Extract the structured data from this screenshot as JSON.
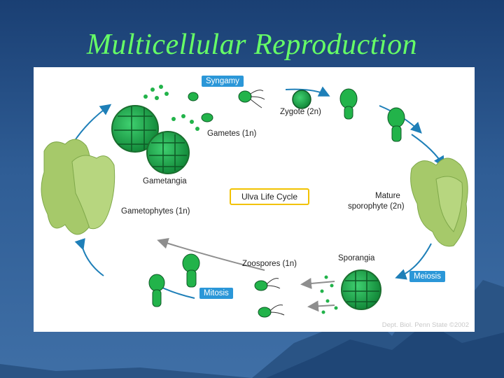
{
  "slide": {
    "title": "Multicellular Reproduction"
  },
  "diagram": {
    "center_title": "Ulva Life Cycle",
    "tags": {
      "syngamy": "Syngamy",
      "meiosis": "Meiosis",
      "mitosis": "Mitosis"
    },
    "labels": {
      "zygote": "Zygote (2n)",
      "gametes": "Gametes (1n)",
      "gametangia": "Gametangia",
      "gametophytes": "Gametophytes (1n)",
      "mature_sporophyte_line1": "Mature",
      "mature_sporophyte_line2": "sporophyte (2n)",
      "zoospores": "Zoospores (1n)",
      "sporangia": "Sporangia"
    },
    "credit": "Dept. Biol. Penn State ©2002",
    "colors": {
      "accent_blue": "#2b97d8",
      "cell_green": "#22b34a",
      "leaf_green": "#a6c96a",
      "title_green": "#66ff66",
      "box_yellow": "#f2c200"
    }
  }
}
